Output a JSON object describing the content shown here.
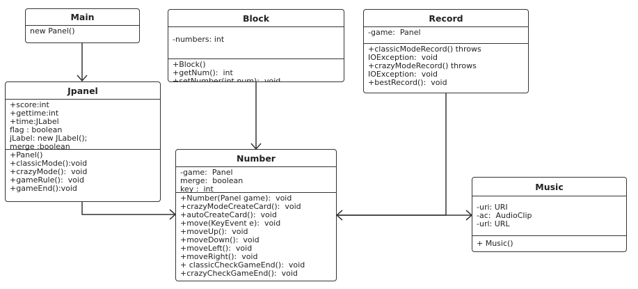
{
  "classes": {
    "main": {
      "name": "Main",
      "attributes": [],
      "operations": [
        "new Panel()"
      ]
    },
    "block": {
      "name": "Block",
      "attributes": [
        "-numbers: int"
      ],
      "operations": [
        "+Block()",
        "+getNum():  int",
        "+setNumber(int num):  void"
      ]
    },
    "record": {
      "name": "Record",
      "attributes": [
        "-game:  Panel"
      ],
      "operations": [
        "+classicModeRecord() throws",
        "IOException:  void",
        "+crazyModeRecord() throws",
        "IOException:  void",
        "+bestRecord():  void"
      ]
    },
    "jpanel": {
      "name": "Jpanel",
      "attributes": [
        "+score:int",
        "+gettime:int",
        "+time:JLabel",
        "flag : boolean",
        "jLabel: new JLabel();",
        "merge :boolean"
      ],
      "operations": [
        "+Panel()",
        "+classicMode():void",
        "+crazyMode():  void",
        "+gameRule():  void",
        "+gameEnd():void"
      ]
    },
    "number": {
      "name": "Number",
      "attributes": [
        "-game:  Panel",
        "merge:  boolean",
        "key :  int"
      ],
      "operations": [
        "+Number(Panel game):  void",
        "+crazyModeCreateCard():  void",
        "+autoCreateCard():  void",
        "+move(KeyEvent e):  void",
        "+moveUp():  void",
        "+moveDown():  void",
        "+moveLeft():  void",
        "+moveRight():  void",
        "+ classicCheckGameEnd():  void",
        "+crazyCheckGameEnd():  void"
      ]
    },
    "music": {
      "name": "Music",
      "attributes": [
        "-uri: URI",
        "-ac:  AudioClip",
        "-url: URL"
      ],
      "operations": [
        "+ Music()"
      ]
    }
  }
}
